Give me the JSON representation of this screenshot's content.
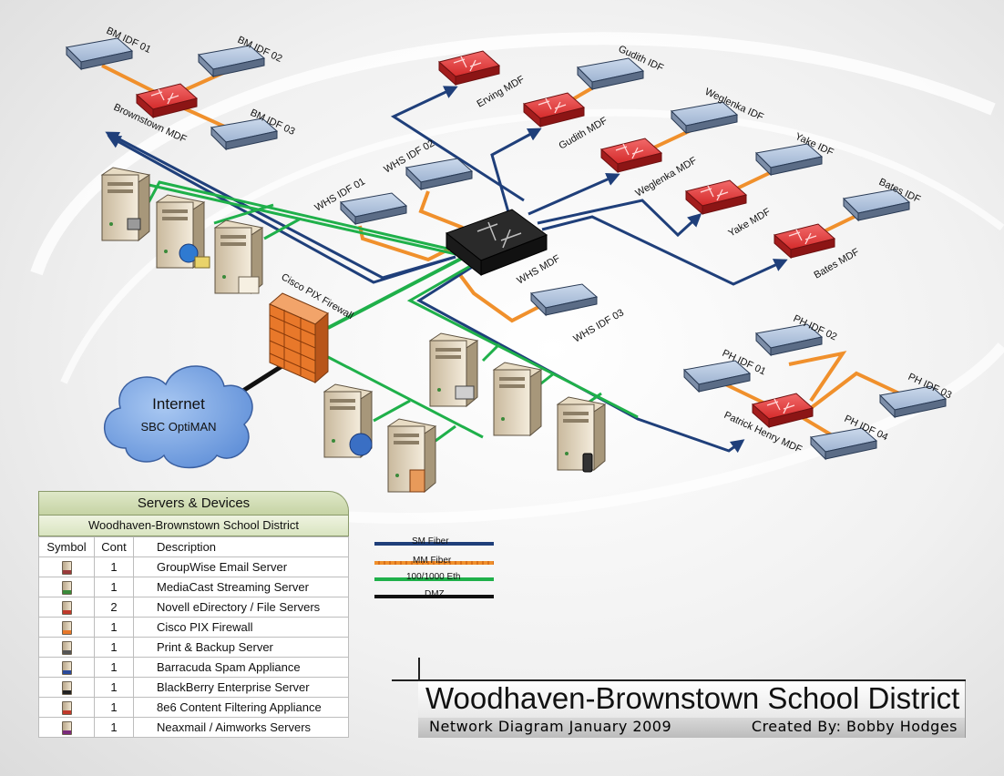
{
  "colors": {
    "sm_fiber": "#1f3f7a",
    "mm_fiber": "#f0902c",
    "ethernet": "#1fb04a",
    "dmz": "#111111",
    "router_red": "#e23b3b",
    "switch_blue": "#a9bdd8"
  },
  "labels": {
    "bm_idf_01": "BM IDF 01",
    "bm_idf_02": "BM IDF 02",
    "bm_idf_03": "BM IDF 03",
    "brownstown_mdf": "Brownstown MDF",
    "erving_mdf": "Erving MDF",
    "gudith_idf": "Gudith IDF",
    "gudith_mdf": "Gudith MDF",
    "weglenka_idf": "Weglenka IDF",
    "weglenka_mdf": "Weglenka MDF",
    "yake_idf": "Yake IDF",
    "yake_mdf": "Yake MDF",
    "bates_idf": "Bates IDF",
    "bates_mdf": "Bates MDF",
    "whs_idf_01": "WHS IDF 01",
    "whs_idf_02": "WHS IDF 02",
    "whs_idf_03": "WHS IDF 03",
    "whs_mdf": "WHS MDF",
    "cisco_pix": "Cisco PIX Firewall",
    "ph_idf_01": "PH IDF 01",
    "ph_idf_02": "PH IDF 02",
    "ph_idf_03": "PH IDF 03",
    "ph_idf_04": "PH IDF 04",
    "patrick_henry_mdf": "Patrick Henry MDF"
  },
  "internet": {
    "title": "Internet",
    "provider": "SBC OptiMAN"
  },
  "legend": {
    "title": "Servers & Devices",
    "subtitle": "Woodhaven-Brownstown School District",
    "columns": [
      "Symbol",
      "Cont",
      "Description"
    ],
    "rows": [
      {
        "count": "1",
        "description": "GroupWise Email Server",
        "badge": "#9a3a3a"
      },
      {
        "count": "1",
        "description": "MediaCast Streaming Server",
        "badge": "#3a8a3a"
      },
      {
        "count": "2",
        "description": "Novell eDirectory / File Servers",
        "badge": "#c0392b"
      },
      {
        "count": "1",
        "description": "Cisco PIX Firewall",
        "badge": "#e8782a"
      },
      {
        "count": "1",
        "description": "Print & Backup Server",
        "badge": "#555555"
      },
      {
        "count": "1",
        "description": "Barracuda Spam Appliance",
        "badge": "#2a4a9a"
      },
      {
        "count": "1",
        "description": "BlackBerry Enterprise Server",
        "badge": "#222222"
      },
      {
        "count": "1",
        "description": "8e6 Content Filtering Appliance",
        "badge": "#c0392b"
      },
      {
        "count": "1",
        "description": "Neaxmail  / Aimworks Servers",
        "badge": "#7a2a7a"
      }
    ]
  },
  "line_legend": {
    "sm_fiber": "SM Fiber",
    "mm_fiber": "MM Fiber",
    "ethernet": "100/1000 Eth",
    "dmz": "DMZ"
  },
  "title_block": {
    "title": "Woodhaven-Brownstown School District",
    "subtitle": "Network Diagram January 2009",
    "author": "Created By: Bobby Hodges"
  }
}
